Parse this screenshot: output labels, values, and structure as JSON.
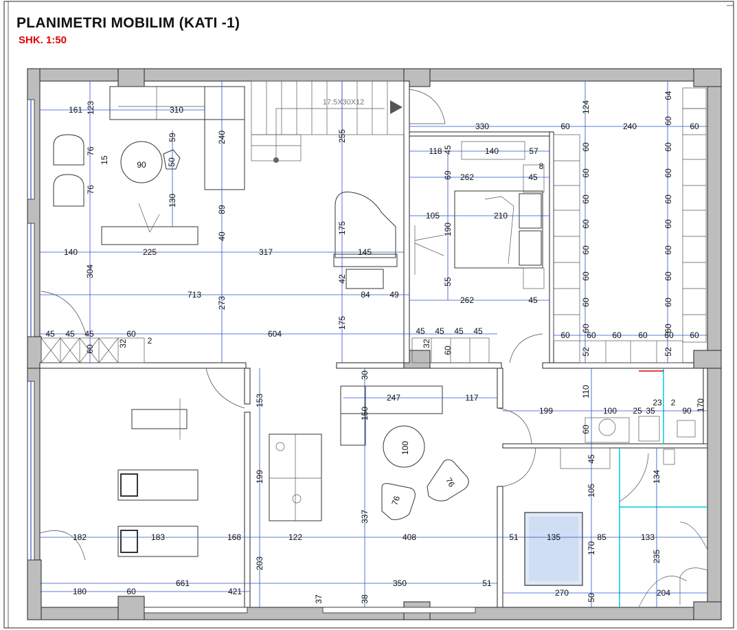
{
  "title": "PLANIMETRI MOBILIM (KATI -1)",
  "scale": "SHK. 1:50",
  "stair_label": "17.5X30X12",
  "dims": [
    {
      "id": "d161",
      "text": "161"
    },
    {
      "id": "d123",
      "text": "123"
    },
    {
      "id": "d310",
      "text": "310"
    },
    {
      "id": "d240a",
      "text": "240"
    },
    {
      "id": "d59",
      "text": "59"
    },
    {
      "id": "d50",
      "text": "50"
    },
    {
      "id": "d90a",
      "text": "90"
    },
    {
      "id": "d76a",
      "text": "76"
    },
    {
      "id": "d15",
      "text": "15"
    },
    {
      "id": "d76b",
      "text": "76"
    },
    {
      "id": "d130",
      "text": "130"
    },
    {
      "id": "d89",
      "text": "89"
    },
    {
      "id": "d40",
      "text": "40"
    },
    {
      "id": "d255",
      "text": "255"
    },
    {
      "id": "d175a",
      "text": "175"
    },
    {
      "id": "d145",
      "text": "145"
    },
    {
      "id": "d140a",
      "text": "140"
    },
    {
      "id": "d225",
      "text": "225"
    },
    {
      "id": "d317",
      "text": "317"
    },
    {
      "id": "d304",
      "text": "304"
    },
    {
      "id": "d273",
      "text": "273"
    },
    {
      "id": "d42",
      "text": "42"
    },
    {
      "id": "d713",
      "text": "713"
    },
    {
      "id": "d84",
      "text": "84"
    },
    {
      "id": "d49",
      "text": "49"
    },
    {
      "id": "d175b",
      "text": "175"
    },
    {
      "id": "d45a",
      "text": "45"
    },
    {
      "id": "d45b",
      "text": "45"
    },
    {
      "id": "d45c",
      "text": "45"
    },
    {
      "id": "d60a",
      "text": "60"
    },
    {
      "id": "d604",
      "text": "604"
    },
    {
      "id": "d60b",
      "text": "60"
    },
    {
      "id": "d32a",
      "text": "32"
    },
    {
      "id": "d2a",
      "text": "2"
    },
    {
      "id": "d330",
      "text": "330"
    },
    {
      "id": "d60c",
      "text": "60"
    },
    {
      "id": "d240b",
      "text": "240"
    },
    {
      "id": "d60d",
      "text": "60"
    },
    {
      "id": "d124",
      "text": "124"
    },
    {
      "id": "d64",
      "text": "64"
    },
    {
      "id": "d118",
      "text": "118"
    },
    {
      "id": "d45d",
      "text": "45"
    },
    {
      "id": "d140b",
      "text": "140"
    },
    {
      "id": "d57",
      "text": "57"
    },
    {
      "id": "d8",
      "text": "8"
    },
    {
      "id": "d69",
      "text": "69"
    },
    {
      "id": "d262a",
      "text": "262"
    },
    {
      "id": "d45e",
      "text": "45"
    },
    {
      "id": "d105a",
      "text": "105"
    },
    {
      "id": "d210",
      "text": "210"
    },
    {
      "id": "d190",
      "text": "190"
    },
    {
      "id": "d55",
      "text": "55"
    },
    {
      "id": "d262b",
      "text": "262"
    },
    {
      "id": "d45f",
      "text": "45"
    },
    {
      "id": "d45g",
      "text": "45"
    },
    {
      "id": "d45h",
      "text": "45"
    },
    {
      "id": "d45i",
      "text": "45"
    },
    {
      "id": "d45j",
      "text": "45"
    },
    {
      "id": "d32b",
      "text": "32"
    },
    {
      "id": "d60e",
      "text": "60"
    },
    {
      "id": "d30",
      "text": "30"
    },
    {
      "id": "d247",
      "text": "247"
    },
    {
      "id": "d117",
      "text": "117"
    },
    {
      "id": "d153",
      "text": "153"
    },
    {
      "id": "d150",
      "text": "150"
    },
    {
      "id": "d100a",
      "text": "100"
    },
    {
      "id": "d76c",
      "text": "76"
    },
    {
      "id": "d76d",
      "text": "76"
    },
    {
      "id": "d199a",
      "text": "199"
    },
    {
      "id": "d337",
      "text": "337"
    },
    {
      "id": "d182",
      "text": "182"
    },
    {
      "id": "d183",
      "text": "183"
    },
    {
      "id": "d168",
      "text": "168"
    },
    {
      "id": "d122",
      "text": "122"
    },
    {
      "id": "d408",
      "text": "408"
    },
    {
      "id": "d51a",
      "text": "51"
    },
    {
      "id": "d135",
      "text": "135"
    },
    {
      "id": "d85",
      "text": "85"
    },
    {
      "id": "d133",
      "text": "133"
    },
    {
      "id": "d203",
      "text": "203"
    },
    {
      "id": "d661",
      "text": "661"
    },
    {
      "id": "d350",
      "text": "350"
    },
    {
      "id": "d51b",
      "text": "51"
    },
    {
      "id": "d180",
      "text": "180"
    },
    {
      "id": "d60f",
      "text": "60"
    },
    {
      "id": "d421",
      "text": "421"
    },
    {
      "id": "d37",
      "text": "37"
    },
    {
      "id": "d38",
      "text": "38"
    },
    {
      "id": "d270",
      "text": "270"
    },
    {
      "id": "d50b",
      "text": "50"
    },
    {
      "id": "d204",
      "text": "204"
    },
    {
      "id": "d235",
      "text": "235"
    },
    {
      "id": "d170a",
      "text": "170"
    },
    {
      "id": "d105b",
      "text": "105"
    },
    {
      "id": "d45k",
      "text": "45"
    },
    {
      "id": "d134",
      "text": "134"
    },
    {
      "id": "d199b",
      "text": "199"
    },
    {
      "id": "d100b",
      "text": "100"
    },
    {
      "id": "d25",
      "text": "25"
    },
    {
      "id": "d35",
      "text": "35"
    },
    {
      "id": "d23",
      "text": "23"
    },
    {
      "id": "d2b",
      "text": "2"
    },
    {
      "id": "d90b",
      "text": "90"
    },
    {
      "id": "d170b",
      "text": "170"
    },
    {
      "id": "d110",
      "text": "110"
    },
    {
      "id": "d52a",
      "text": "52"
    },
    {
      "id": "d52b",
      "text": "52"
    },
    {
      "id": "d60g",
      "text": "60"
    },
    {
      "id": "d60h",
      "text": "60"
    },
    {
      "id": "d60i",
      "text": "60"
    },
    {
      "id": "d60j",
      "text": "60"
    },
    {
      "id": "d60k",
      "text": "60"
    },
    {
      "id": "d60l",
      "text": "60"
    },
    {
      "id": "d60m",
      "text": "60"
    },
    {
      "id": "d60n",
      "text": "60"
    },
    {
      "id": "d60o",
      "text": "60"
    },
    {
      "id": "d60p",
      "text": "60"
    },
    {
      "id": "d60q",
      "text": "60"
    },
    {
      "id": "d60r",
      "text": "60"
    },
    {
      "id": "d60s",
      "text": "60"
    },
    {
      "id": "d60t",
      "text": "60"
    },
    {
      "id": "d60u",
      "text": "60"
    },
    {
      "id": "d60v",
      "text": "60"
    },
    {
      "id": "d60w",
      "text": "60"
    },
    {
      "id": "d60x",
      "text": "60"
    },
    {
      "id": "d60y",
      "text": "60"
    },
    {
      "id": "d60z",
      "text": "60"
    },
    {
      "id": "d60aa",
      "text": "60"
    },
    {
      "id": "d60ab",
      "text": "60"
    },
    {
      "id": "d60ac",
      "text": "60"
    },
    {
      "id": "d60ad",
      "text": "60"
    },
    {
      "id": "d60ae",
      "text": "60"
    },
    {
      "id": "d60af",
      "text": "60"
    }
  ]
}
